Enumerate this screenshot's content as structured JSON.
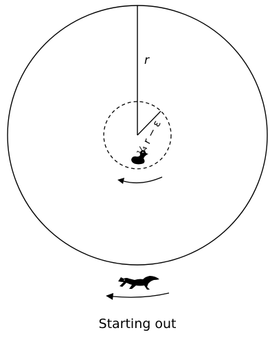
{
  "diagram": {
    "radius_label": "r",
    "inner_radius_label": "¼ r − ε",
    "caption": "Starting out"
  },
  "icons": {
    "swimmer": "duck-icon",
    "runner": "fox-icon"
  },
  "colors": {
    "ink": "#000000",
    "background": "#ffffff"
  }
}
